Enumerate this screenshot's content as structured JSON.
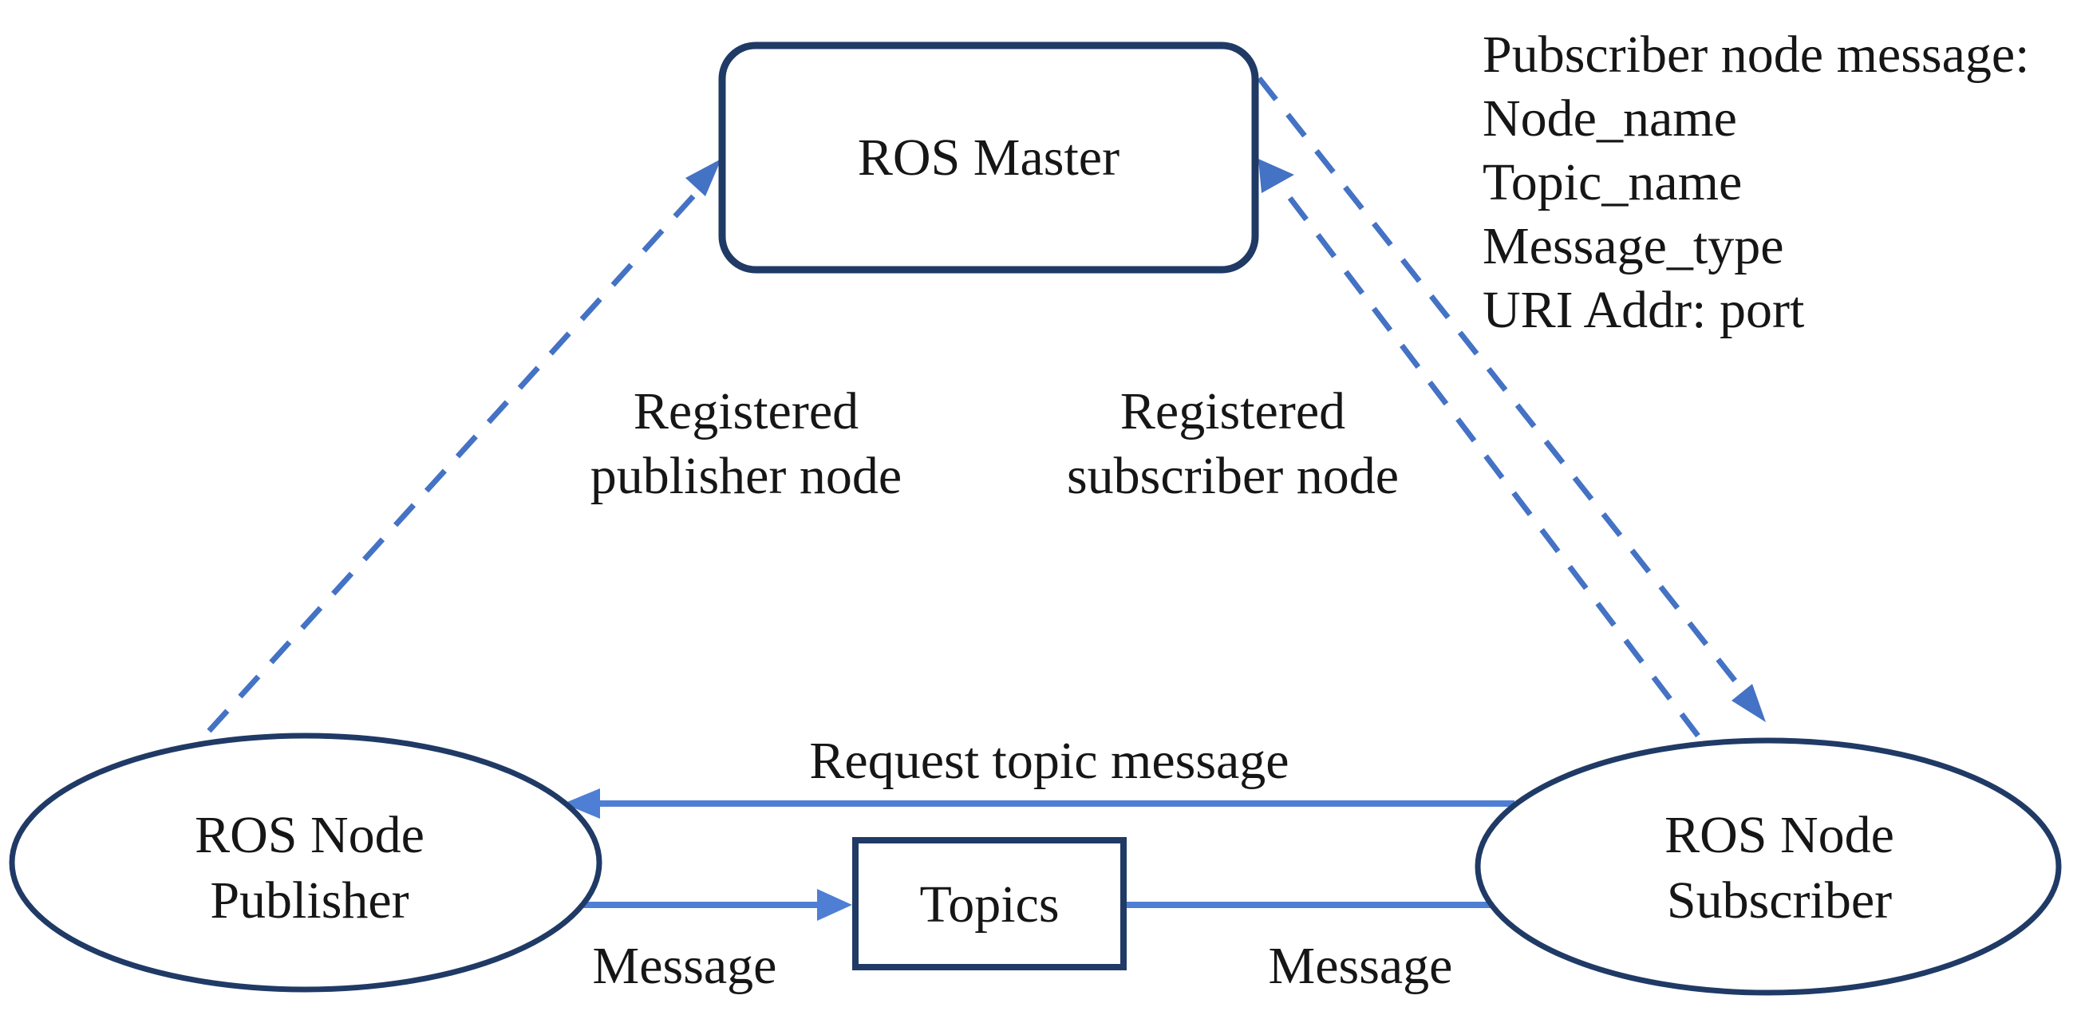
{
  "background": "#ffffff",
  "colors": {
    "background": "#ffffff",
    "shape_border": "#203a66",
    "dashed_arrow": "#4472c4",
    "solid_arrow": "#4e7fd4",
    "text": "#161616"
  },
  "nodes": {
    "master": {
      "label": "ROS Master",
      "shape": "rounded-rectangle"
    },
    "publisher": {
      "lines": [
        "ROS Node",
        "Publisher"
      ],
      "shape": "ellipse"
    },
    "subscriber": {
      "lines": [
        "ROS Node",
        "Subscriber"
      ],
      "shape": "ellipse"
    },
    "topics": {
      "label": "Topics",
      "shape": "rectangle"
    }
  },
  "edges": {
    "registered_publisher": {
      "lines": [
        "Registered",
        "publisher node"
      ],
      "style": "dashed",
      "from": "publisher",
      "to": "master"
    },
    "registered_subscriber": {
      "lines": [
        "Registered",
        "subscriber node"
      ],
      "style": "dashed",
      "from": "subscriber",
      "to": "master"
    },
    "master_to_subscriber": {
      "style": "dashed",
      "from": "master",
      "to": "subscriber"
    },
    "request_topic_message": {
      "label": "Request topic message",
      "style": "solid",
      "from": "subscriber",
      "to": "publisher"
    },
    "publisher_to_topics": {
      "label": "Message",
      "style": "solid",
      "from": "publisher",
      "to": "topics"
    },
    "topics_to_subscriber": {
      "label": "Message",
      "style": "solid",
      "from": "topics",
      "to": "subscriber"
    }
  },
  "annotation": {
    "lines": [
      "Pubscriber node message:",
      "Node_name",
      "Topic_name",
      "Message_type",
      "URI Addr: port"
    ]
  }
}
